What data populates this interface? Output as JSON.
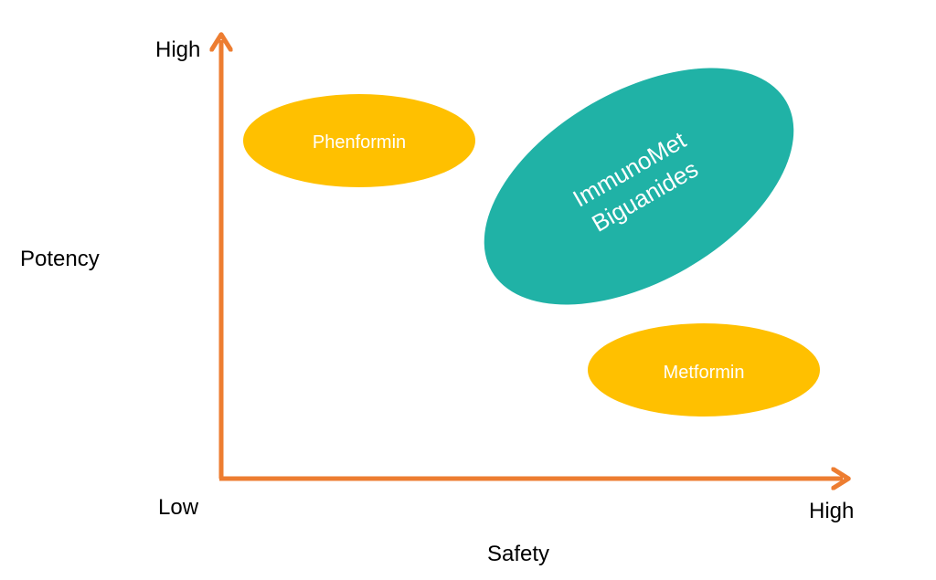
{
  "title": "Potency vs Safety positioning",
  "colors": {
    "axis": "#ED7D31",
    "gold": "#FFC000",
    "teal": "#20B2A6",
    "bubble_text": "#FFFFFF",
    "label_text": "#000000"
  },
  "axes": {
    "y_title": "Potency",
    "y_high": "High",
    "x_title": "Safety",
    "x_high": "High",
    "origin": "Low"
  },
  "bubbles": [
    {
      "name": "phenformin",
      "label_lines": [
        "Phenformin"
      ],
      "color": "#FFC000",
      "safety": "low",
      "potency": "high"
    },
    {
      "name": "immunomet-biguanides",
      "label_lines": [
        "ImmunoMet",
        "Biguanides"
      ],
      "color": "#20B2A6",
      "safety": "medium-high",
      "potency": "high"
    },
    {
      "name": "metformin",
      "label_lines": [
        "Metformin"
      ],
      "color": "#FFC000",
      "safety": "high",
      "potency": "low"
    }
  ]
}
